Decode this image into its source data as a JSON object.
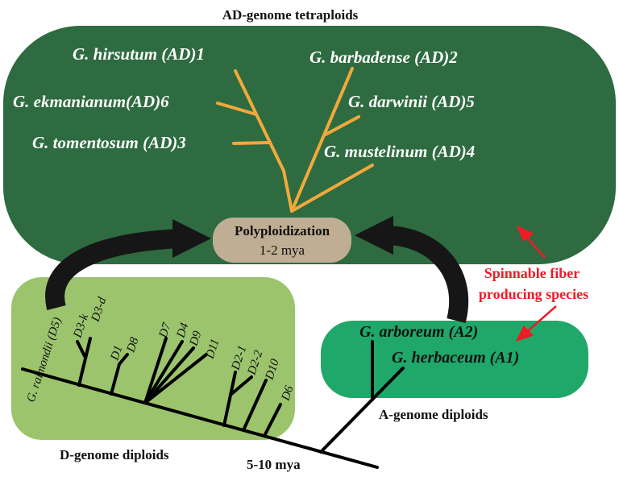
{
  "title": "AD-genome tetraploids",
  "colors": {
    "tetraploid_region": "#2e6b40",
    "d_region": "#9bc46d",
    "a_region": "#1fa869",
    "poly_box": "#bfae93",
    "ad_branch": "#f2a93b",
    "arrow": "#161616",
    "annotation": "#ee1c25"
  },
  "tetraploids": [
    {
      "label": "G. hirsutum (AD)1"
    },
    {
      "label": "G. barbadense (AD)2"
    },
    {
      "label": "G. ekmanianum(AD)6"
    },
    {
      "label": "G. darwinii (AD)5"
    },
    {
      "label": "G. tomentosum (AD)3"
    },
    {
      "label": "G. mustelinum (AD)4"
    }
  ],
  "polyploidization": {
    "label": "Polyploidization",
    "age": "1-2 mya"
  },
  "annotation": {
    "line1": "Spinnable fiber",
    "line2": "producing species"
  },
  "d_genome": {
    "caption": "D-genome diploids",
    "species": [
      {
        "label": "G. raimondii (D5)"
      },
      {
        "label": "D3-k"
      },
      {
        "label": "D3-d"
      },
      {
        "label": "D1"
      },
      {
        "label": "D8"
      },
      {
        "label": "D7"
      },
      {
        "label": "D4"
      },
      {
        "label": "D9"
      },
      {
        "label": "D11"
      },
      {
        "label": "D2-1"
      },
      {
        "label": "D2-2"
      },
      {
        "label": "D10"
      },
      {
        "label": "D6"
      }
    ]
  },
  "a_genome": {
    "caption": "A-genome diploids",
    "species": [
      {
        "label": "G. arboreum (A2)"
      },
      {
        "label": "G. herbaceum (A1)"
      }
    ]
  },
  "divergence_age": "5-10 mya"
}
